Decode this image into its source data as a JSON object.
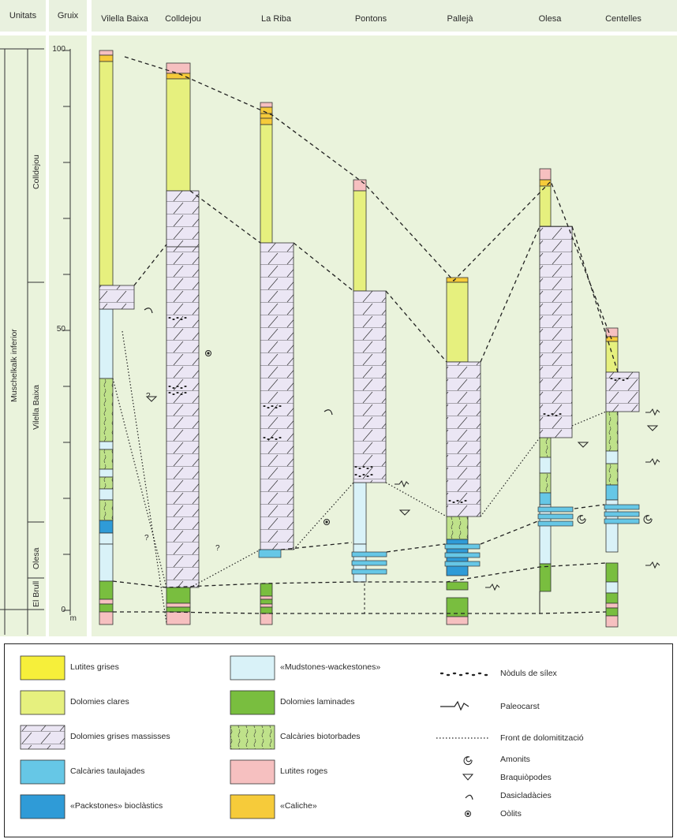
{
  "header": {
    "unitats": "Unitats",
    "gruix": "Gruix"
  },
  "units": {
    "group": "Muschelkalk inferior",
    "colldejou": "Colldejou",
    "vilella_baixa": "Vilella Baixa",
    "olesa": "Olesa",
    "el_brull": "El Brull"
  },
  "scale": {
    "t100": "100",
    "t50": "50",
    "t0": "0",
    "unit": "m"
  },
  "columns": [
    "Vilella Baixa",
    "Colldejou",
    "La Riba",
    "Pontons",
    "Pallejà",
    "Olesa",
    "Centelles"
  ],
  "question_mark": "?",
  "legend": {
    "col1": [
      "Lutites grises",
      "Dolomies clares",
      "Dolomies grises massisses",
      "Calcàries taulajades",
      "«Packstones» bioclàstics"
    ],
    "col2": [
      "«Mudstones-wackestones»",
      "Dolomies laminades",
      "Calcàries biotorbades",
      "Lutites roges",
      "«Caliche»"
    ],
    "col3": [
      "Nòduls de sílex",
      "Paleocarst",
      "Front de dolomitització",
      "Amonits",
      "Braquiòpodes",
      "Dasicladàcies",
      "Oòlits"
    ]
  },
  "colors": {
    "lutites_grises": "#f6ef3a",
    "dolomies_clares": "#e6f07e",
    "dolomies_grises": "#ebe6f4",
    "calcaries_taulajades": "#66c7e6",
    "packstones": "#2f9bd7",
    "mudstones": "#d9f2f8",
    "dolomies_laminades": "#79be3f",
    "calcaries_biotorbades": "#bfe28a",
    "lutites_roges": "#f6c0c0",
    "caliche": "#f6cb3a",
    "background": "#eaf3dc"
  }
}
